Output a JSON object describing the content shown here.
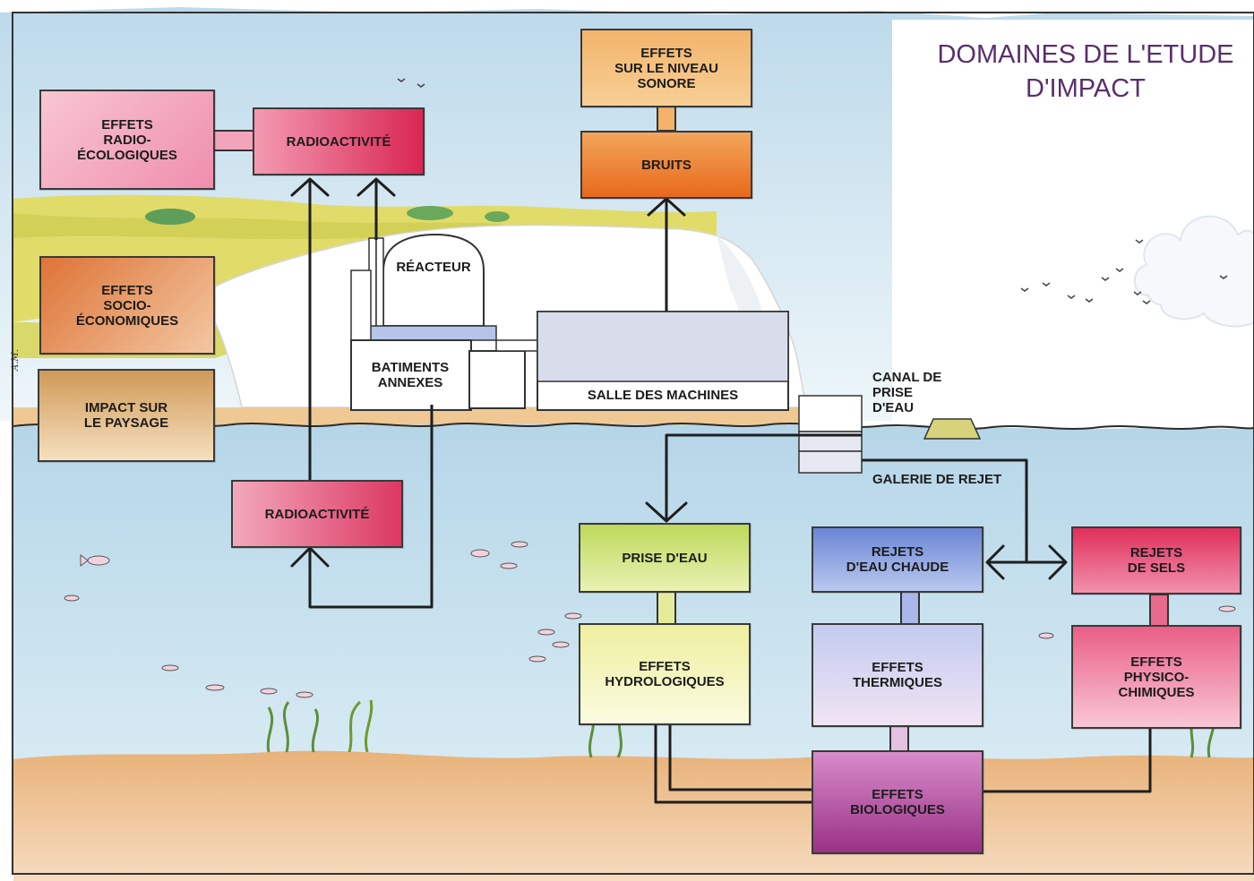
{
  "title": "DOMAINES DE L'ETUDE\nD'IMPACT",
  "colors": {
    "sky": "#dcecf4",
    "sea": "#c9e2ef",
    "seabed": "#efc79b",
    "cliff": "#ffffff",
    "grass": "#e3e07a",
    "pink": "#ef7aa0",
    "crimson": "#e1375d",
    "orange_light": "#f3b673",
    "orange_dark": "#ea7f2c",
    "brown": "#d5733f",
    "sand": "#dcae6a",
    "green_yellow": "#cfe27d",
    "blue": "#7c99dc",
    "purple": "#b04aa0",
    "outline": "#222222"
  },
  "boxes": {
    "effets_radioecologiques": "EFFETS\nRADIO-\nÉCOLOGIQUES",
    "radioactivite_top": "RADIOACTIVITÉ",
    "effets_socioeconomiques": "EFFETS\nSOCIO-\nÉCONOMIQUES",
    "impact_paysage": "IMPACT SUR\nLE PAYSAGE",
    "radioactivite_bottom": "RADIOACTIVITÉ",
    "effets_niveau_sonore": "EFFETS\nSUR LE NIVEAU\nSONORE",
    "bruits": "BRUITS",
    "prise_deau": "PRISE D'EAU",
    "effets_hydrologiques": "EFFETS\nHYDROLOGIQUES",
    "rejets_eau_chaude": "REJETS\nD'EAU CHAUDE",
    "effets_thermiques": "EFFETS\nTHERMIQUES",
    "rejets_sels": "REJETS\nDE SELS",
    "effets_physicochimiques": "EFFETS\nPHYSICO-\nCHIMIQUES",
    "effets_biologiques": "EFFETS\nBIOLOGIQUES"
  },
  "labels": {
    "reacteur": "RÉACTEUR",
    "batiments_annexes": "BATIMENTS\nANNEXES",
    "salle_machines": "SALLE DES MACHINES",
    "canal_prise_eau": "CANAL DE\nPRISE\nD'EAU",
    "galerie_rejet": "GALERIE DE REJET"
  },
  "signature": "A.M."
}
